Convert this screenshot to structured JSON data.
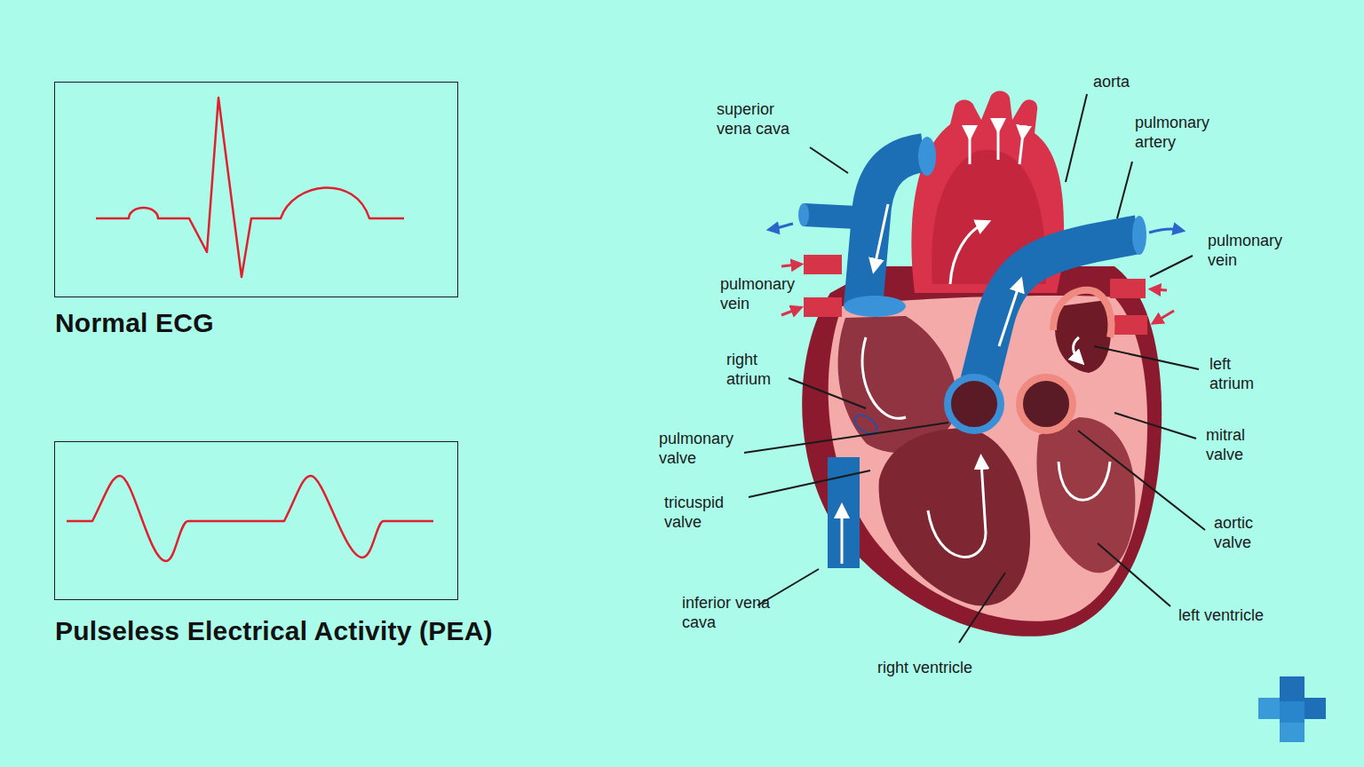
{
  "diagram": {
    "nodes": [
      {
        "text": [
          "Normal ECG"
        ]
      },
      {
        "text": [
          "Pulseless Electrical Activity (PEA)"
        ]
      }
    ],
    "labels": [
      "superior vena cava",
      "aorta",
      "pulmonary artery",
      "pulmonary vein",
      "pulmonary vein",
      "right atrium",
      "left atrium",
      "pulmonary valve",
      "mitral valve",
      "tricuspid valve",
      "aortic valve",
      "inferior vena cava",
      "left ventricle",
      "right ventricle"
    ]
  }
}
